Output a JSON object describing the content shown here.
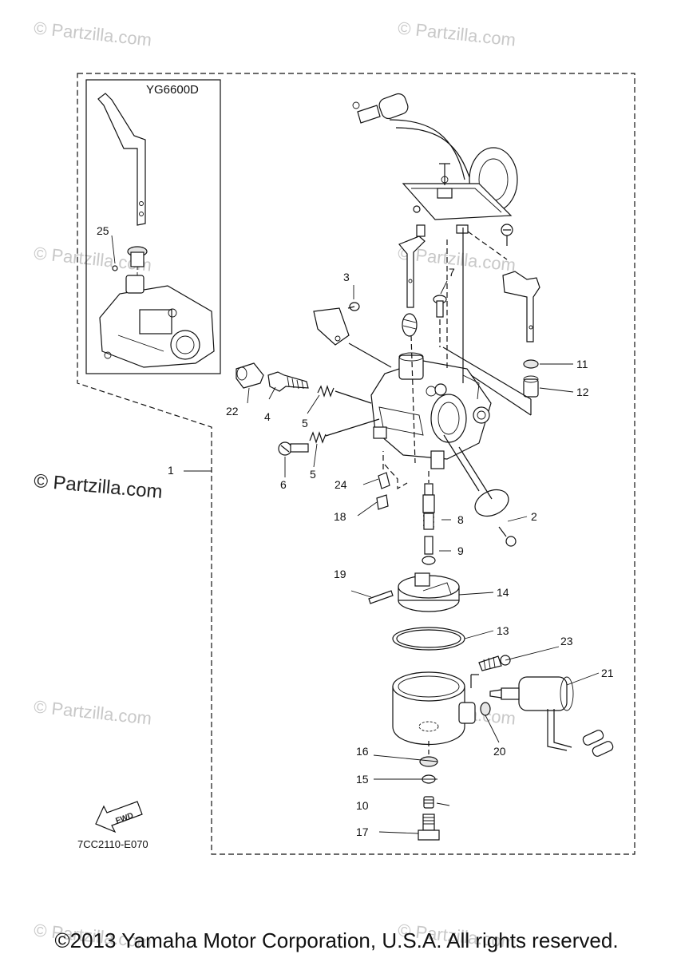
{
  "inset": {
    "model": "YG6600D",
    "part": "25"
  },
  "parts": {
    "p1": "1",
    "p2": "2",
    "p3": "3",
    "p4": "4",
    "p5a": "5",
    "p5b": "5",
    "p6": "6",
    "p7": "7",
    "p8": "8",
    "p9": "9",
    "p10": "10",
    "p11": "11",
    "p12": "12",
    "p13": "13",
    "p14": "14",
    "p15": "15",
    "p16": "16",
    "p17": "17",
    "p18": "18",
    "p19": "19",
    "p20": "20",
    "p21": "21",
    "p22": "22",
    "p23": "23",
    "p24": "24"
  },
  "direction_marker": "FWD",
  "drawing_code": "7CC2110-E070",
  "copyright": "©2013 Yamaha Motor Corporation, U.S.A. All rights reserved.",
  "watermark": "© Partzilla.com"
}
